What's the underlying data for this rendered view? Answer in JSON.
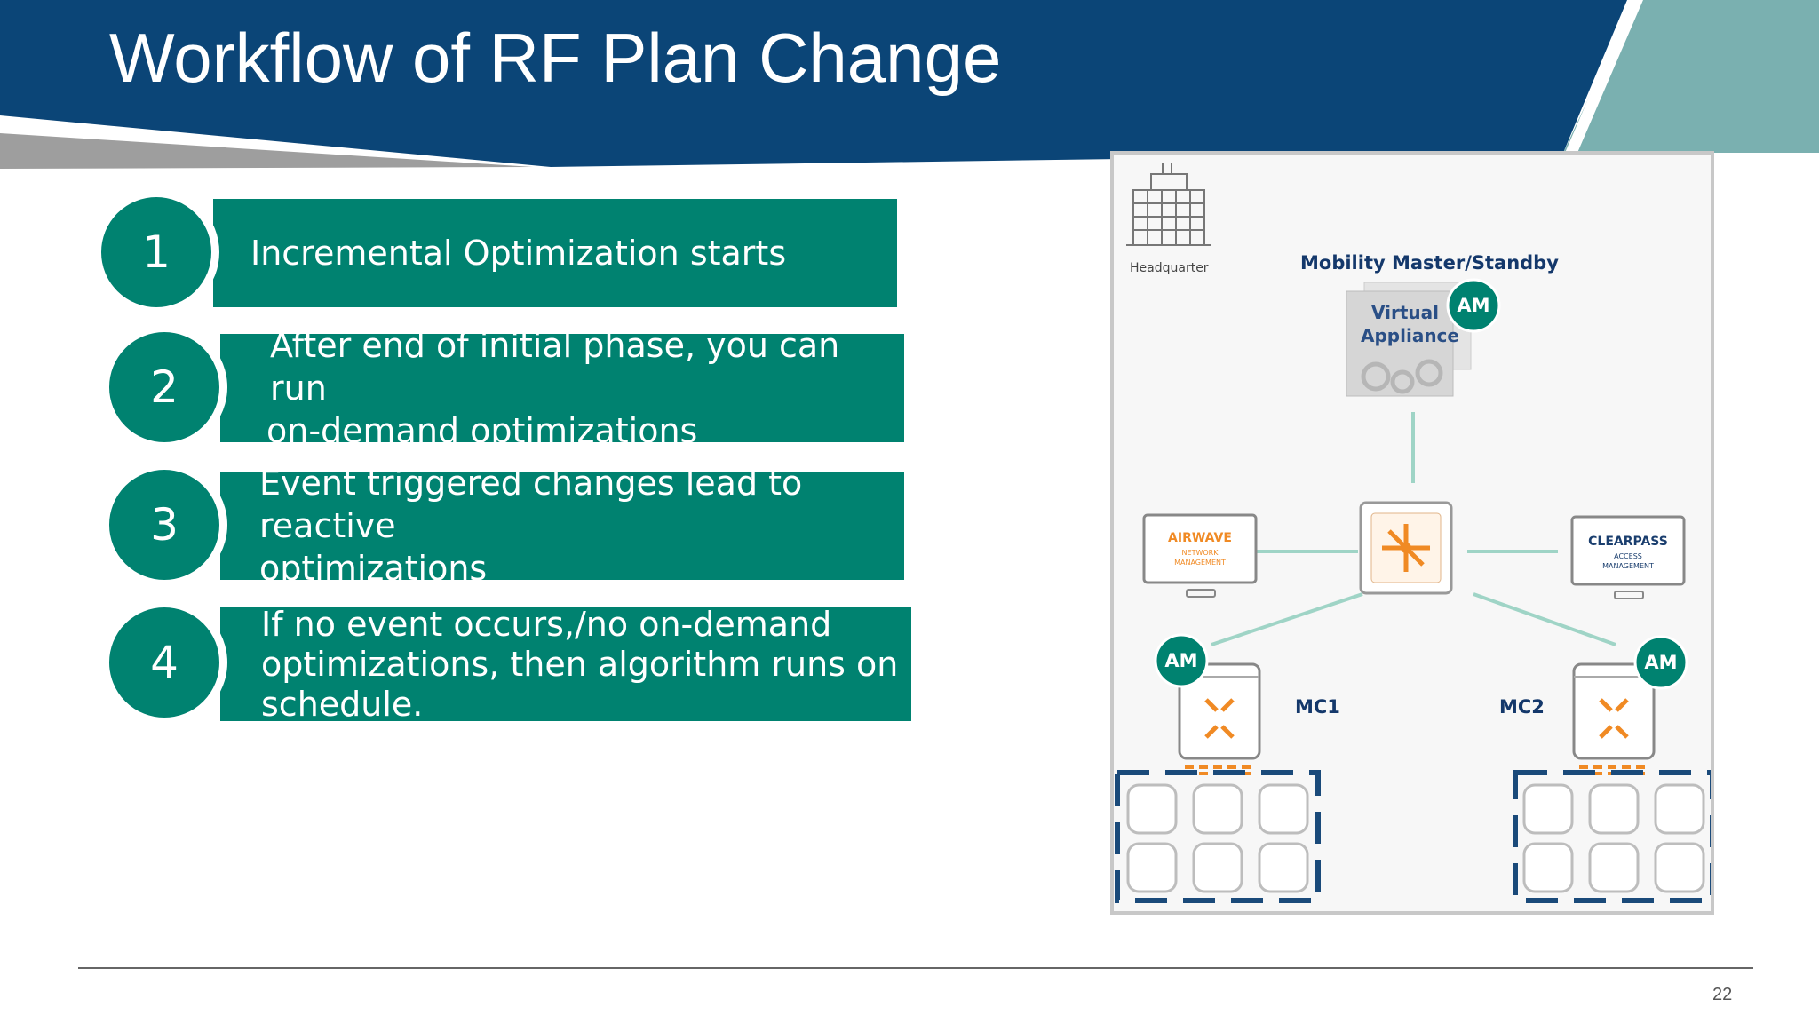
{
  "slide": {
    "title": "Workflow of RF Plan Change",
    "page_number": "22"
  },
  "steps": [
    {
      "number": "1",
      "text": "Incremental Optimization starts"
    },
    {
      "number": "2",
      "text_line1": "After end of initial phase, you can run",
      "text_line2": "on-demand optimizations"
    },
    {
      "number": "3",
      "text_line1": "Event triggered changes lead to reactive",
      "text_line2": "optimizations"
    },
    {
      "number": "4",
      "text_line1": "If no event occurs,/no on-demand",
      "text_line2": "optimizations, then algorithm runs on",
      "text_line3": "schedule."
    }
  ],
  "diagram": {
    "headquarter_label": "Headquarter",
    "mobility_master_label": "Mobility Master/Standby",
    "virtual_appliance_line1": "Virtual",
    "virtual_appliance_line2": "Appliance",
    "am_badge": "AM",
    "airwave_line1": "AIRWAVE",
    "airwave_line2": "NETWORK",
    "airwave_line3": "MANAGEMENT",
    "clearpass_line1": "CLEARPASS",
    "clearpass_line2": "ACCESS",
    "clearpass_line3": "MANAGEMENT",
    "mc1_label": "MC1",
    "mc2_label": "MC2"
  },
  "colors": {
    "header_blue": "#0b4577",
    "teal": "#008270",
    "orange": "#f08a24",
    "dash_blue": "#1a4a7a"
  }
}
